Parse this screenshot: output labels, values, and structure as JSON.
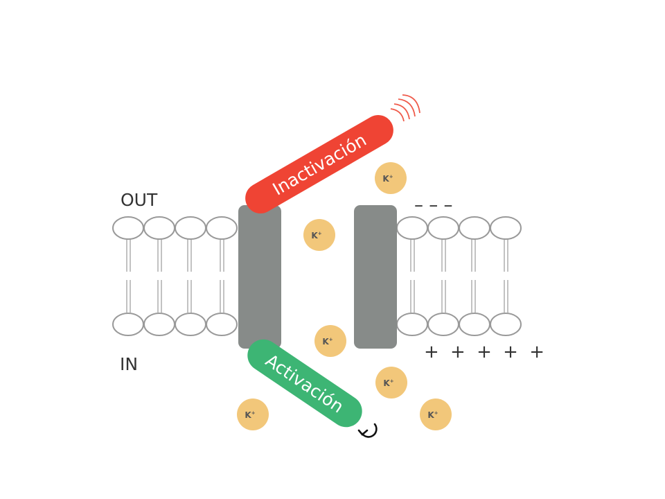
{
  "labels": {
    "outside": "OUT",
    "inside": "IN"
  },
  "gates": {
    "inactivation": "Inactivación",
    "activation": "Activación"
  },
  "ion": {
    "symbol": "K",
    "charge": "+"
  },
  "charges": {
    "outer": "– – –",
    "inner": "+ + + + +"
  },
  "colors": {
    "inactivation_gate": "#ef4434",
    "activation_gate": "#3db574",
    "channel_protein": "#878b89",
    "ion": "#f2c77a",
    "lipid": "#999999"
  },
  "icons": {
    "vibration": "vibration-waves-icon",
    "rotation": "rotate-arrow-icon"
  }
}
